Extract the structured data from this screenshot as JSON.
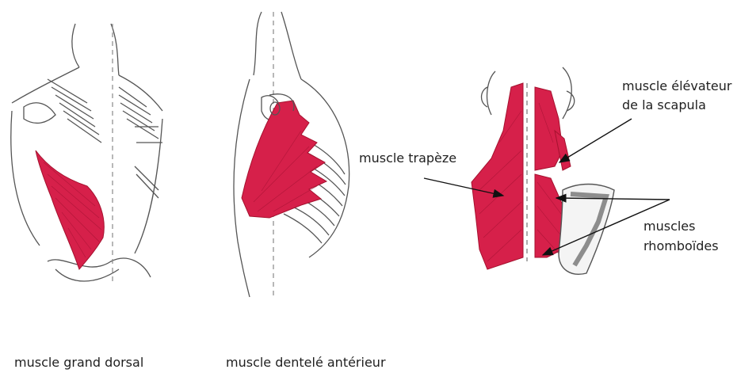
{
  "figures": {
    "back_latissimus": {
      "caption": "muscle grand dorsal",
      "muscle_color": "#d6204a"
    },
    "side_serratus": {
      "caption": "muscle dentelé antérieur",
      "muscle_color": "#d6204a"
    },
    "back_upper": {
      "labels": {
        "trapezius": "muscle trapèze",
        "levator_line1": "muscle élévateur",
        "levator_line2": "de la scapula",
        "rhomboid_line1": "muscles",
        "rhomboid_line2": "rhomboïdes"
      },
      "muscle_color": "#d6204a"
    }
  },
  "colors": {
    "sketch": "#555555",
    "muscle": "#d6204a",
    "bone": "#7a7a7a"
  }
}
